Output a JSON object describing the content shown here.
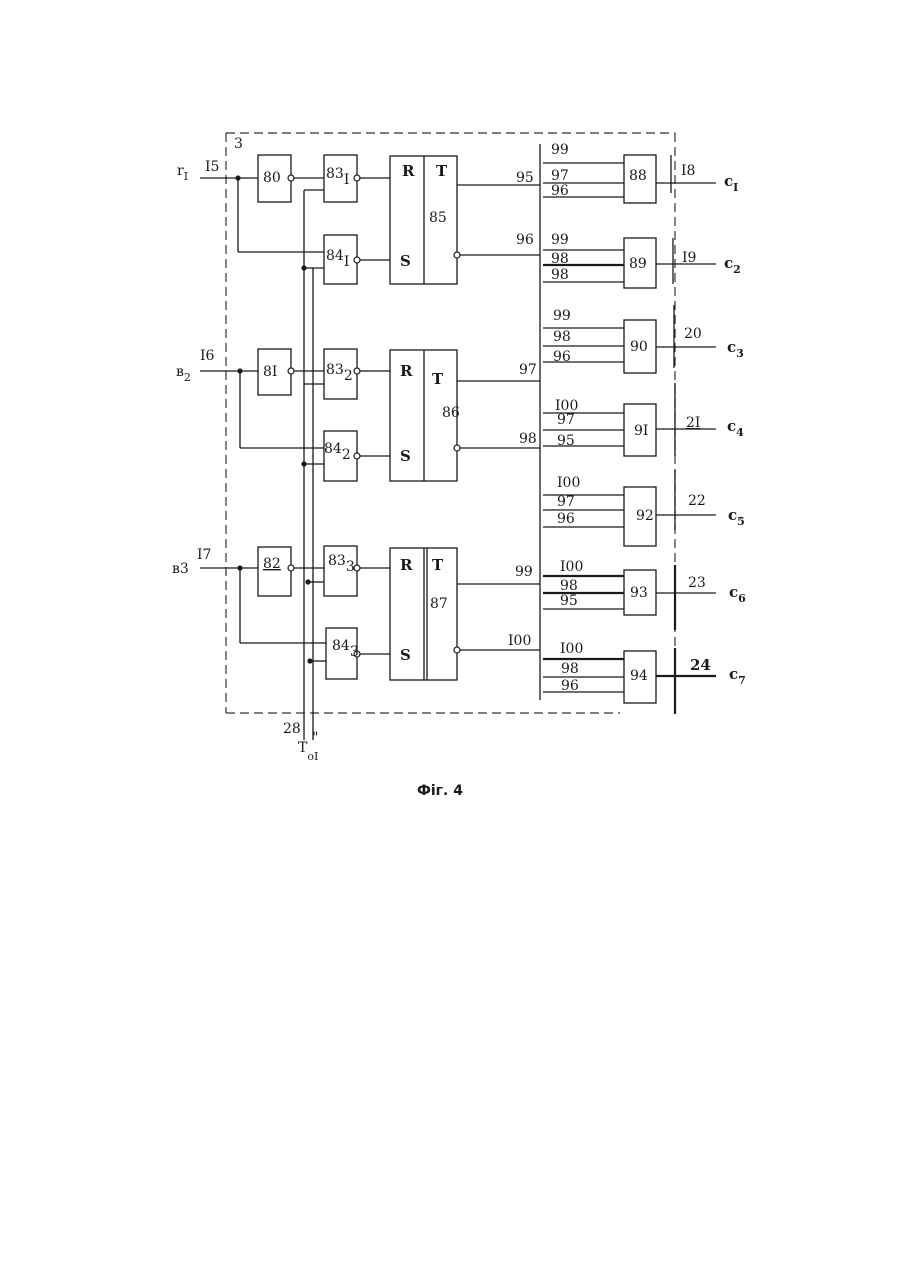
{
  "unit_label": "3",
  "inputs": [
    {
      "signal": "r",
      "sub": "I",
      "line": "I5"
    },
    {
      "signal": "в",
      "sub": "2",
      "line": "I6"
    },
    {
      "signal": "в",
      "sub": "3",
      "line": "I7",
      "combined": "в3"
    }
  ],
  "input_blocks": [
    "80",
    "8I",
    "82"
  ],
  "and_gates": [
    {
      "num": "83",
      "sub": "I"
    },
    {
      "num": "84",
      "sub": "I"
    },
    {
      "num": "83",
      "sub": "2"
    },
    {
      "num": "84",
      "sub": "2"
    },
    {
      "num": "83",
      "sub": "3"
    },
    {
      "num": "84",
      "sub": "3"
    }
  ],
  "triggers": [
    {
      "r": "R",
      "s": "S",
      "t": "T",
      "num": "85"
    },
    {
      "r": "R",
      "s": "S",
      "t": "T",
      "num": "86"
    },
    {
      "r": "R",
      "s": "S",
      "t": "T",
      "num": "87"
    }
  ],
  "trigger_outputs": [
    "95",
    "96",
    "97",
    "98",
    "99",
    "I00"
  ],
  "output_blocks": [
    {
      "num": "88",
      "inputs": [
        "99",
        "97",
        "96"
      ],
      "line": "I8",
      "out": "c",
      "out_sub": "I"
    },
    {
      "num": "89",
      "inputs": [
        "99",
        "98",
        "98"
      ],
      "line": "I9",
      "out": "c",
      "out_sub": "2"
    },
    {
      "num": "90",
      "inputs": [
        "99",
        "98",
        "96"
      ],
      "line": "20",
      "out": "c",
      "out_sub": "3"
    },
    {
      "num": "9I",
      "inputs": [
        "I00",
        "97",
        "95"
      ],
      "line": "2I",
      "out": "c",
      "out_sub": "4"
    },
    {
      "num": "92",
      "inputs": [
        "I00",
        "97",
        "96"
      ],
      "line": "22",
      "out": "c",
      "out_sub": "5"
    },
    {
      "num": "93",
      "inputs": [
        "I00",
        "98",
        "95"
      ],
      "line": "23",
      "out": "c",
      "out_sub": "6"
    },
    {
      "num": "94",
      "inputs": [
        "I00",
        "98",
        "96"
      ],
      "line": "24",
      "out": "c",
      "out_sub": "7"
    }
  ],
  "clock": {
    "line": "28",
    "label": "T",
    "sup": "\"",
    "sub": "oI"
  },
  "caption": "Фіг. 4"
}
